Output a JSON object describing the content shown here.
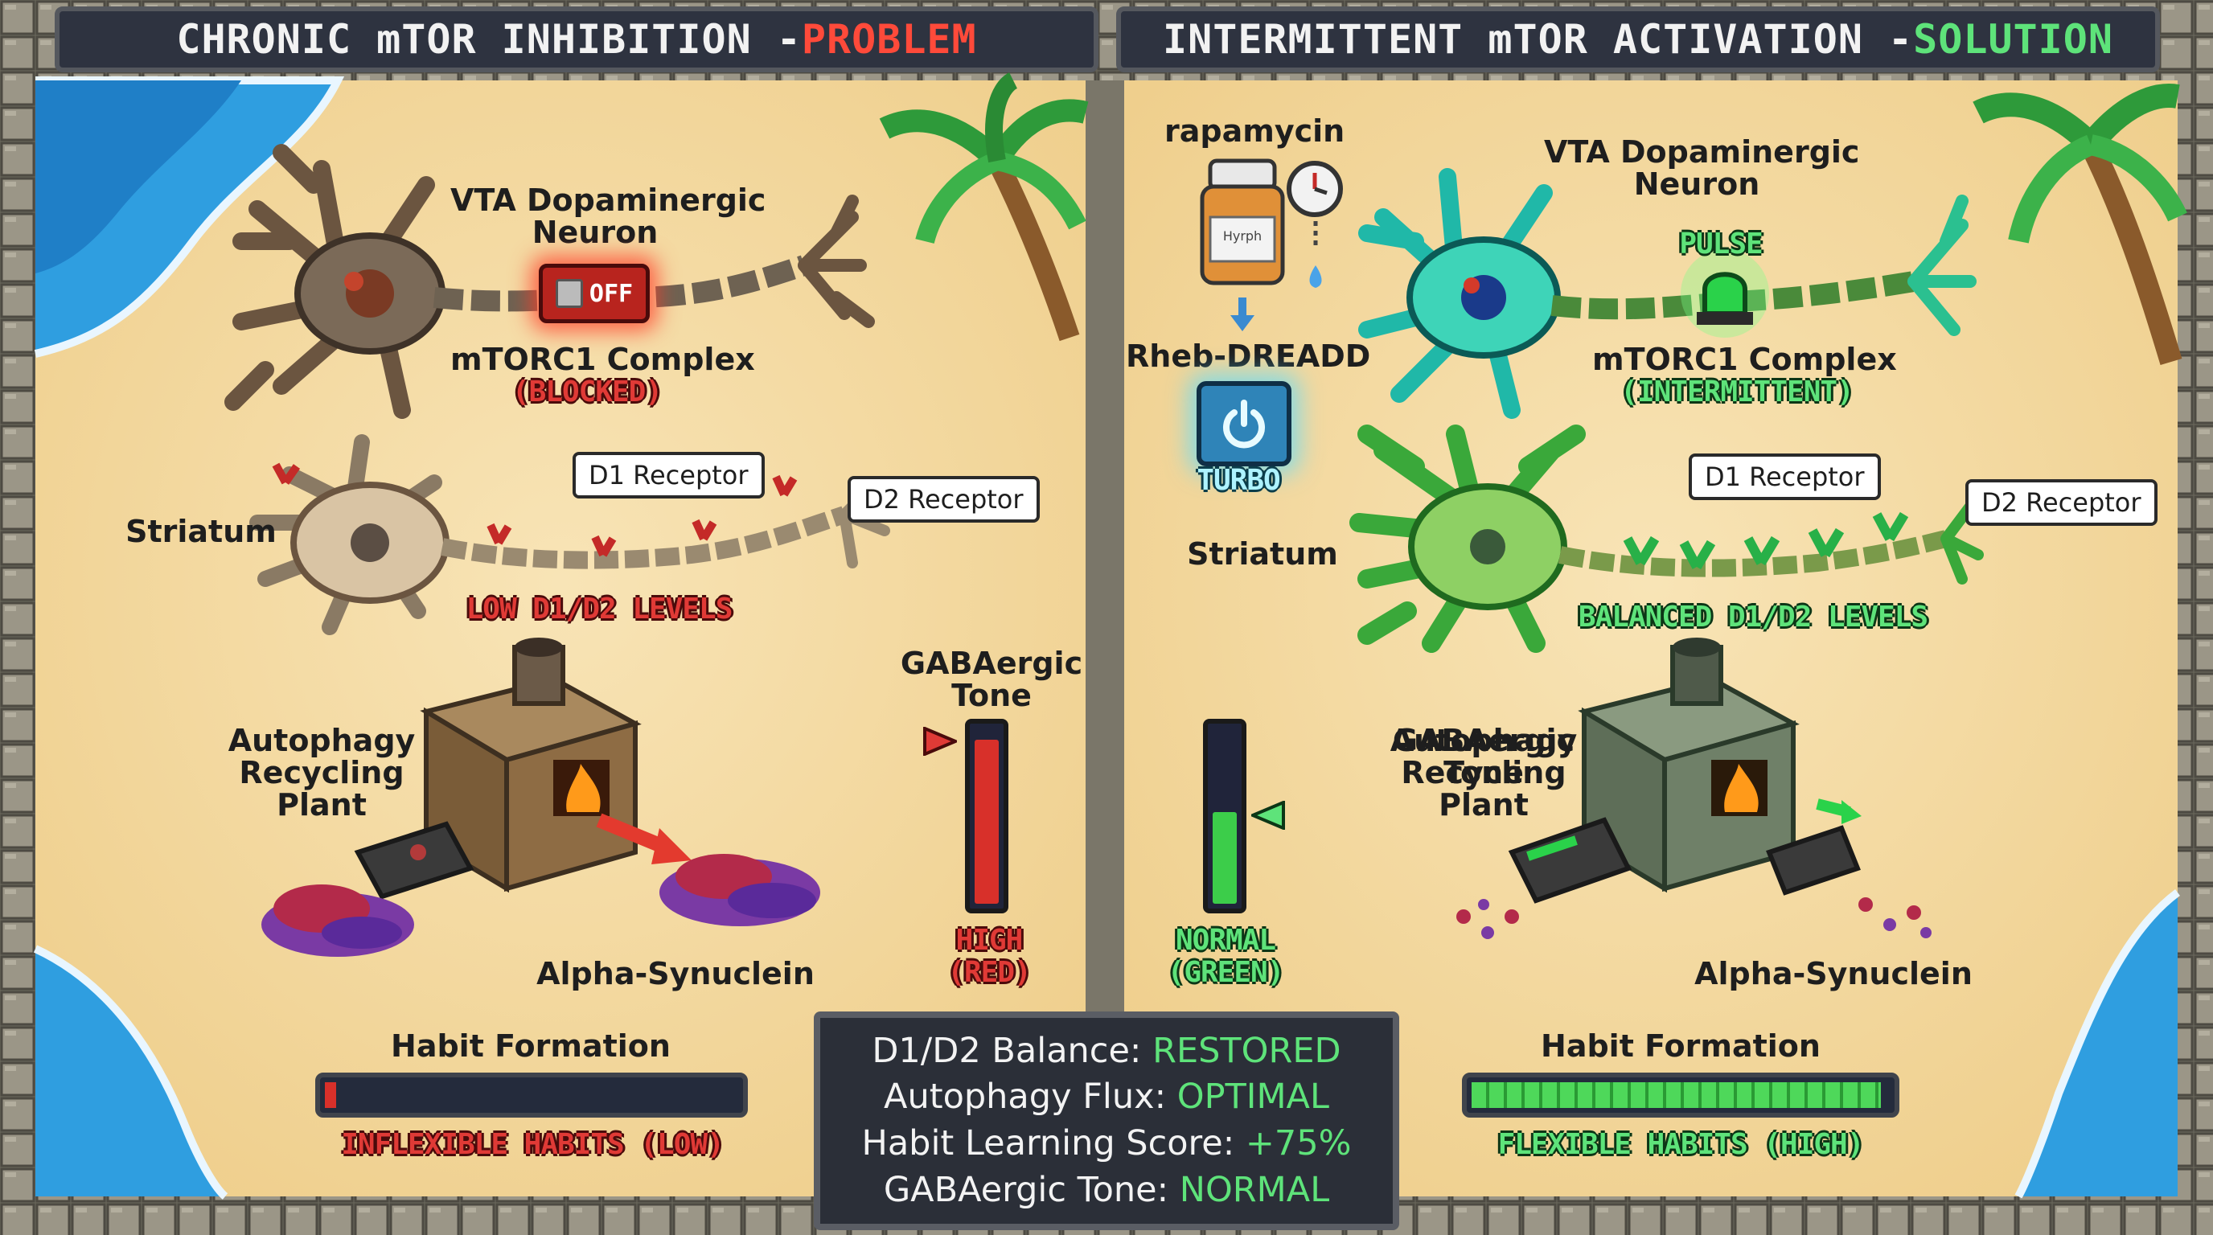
{
  "left_panel": {
    "header_prefix": "CHRONIC mTOR INHIBITION - ",
    "header_highlight": "PROBLEM",
    "vta_label": "VTA Dopaminergic\nNeuron",
    "switch_label": "OFF",
    "complex_label": "mTORC1 Complex",
    "complex_status": "(BLOCKED)",
    "striatum_label": "Striatum",
    "d1_tag": "D1 Receptor",
    "d2_tag": "D2 Receptor",
    "receptor_status": "LOW D1/D2 LEVELS",
    "autophagy_label": "Autophagy\nRecycling\nPlant",
    "synuclein_label": "Alpha-Synuclein",
    "gaba_label": "GABAergic\nTone",
    "gaba_status": "HIGH\n(RED)",
    "gaba_level": 0.94,
    "habit_label": "Habit Formation",
    "habit_status": "INFLEXIBLE HABITS (LOW)",
    "habit_level": 0.03
  },
  "right_panel": {
    "header_prefix": "INTERMITTENT mTOR ACTIVATION - ",
    "header_highlight": "SOLUTION",
    "drug_label": "rapamycin",
    "bottle_label": "Hyrph",
    "rheb_label": "Rheb-DREADD",
    "turbo_label": "TURBO",
    "vta_label": "VTA Dopaminergic\nNeuron",
    "pulse_label": "PULSE",
    "complex_label": "mTORC1 Complex",
    "complex_status": "(INTERMITTENT)",
    "striatum_label": "Striatum",
    "d1_tag": "D1 Receptor",
    "d2_tag": "D2 Receptor",
    "receptor_status": "BALANCED D1/D2 LEVELS",
    "autophagy_label": "Autophagy\nRecycling\nPlant",
    "synuclein_label": "Alpha-Synuclein",
    "gaba_label": "GABAergic\nTone",
    "gaba_status": "NORMAL\n(GREEN)",
    "gaba_level": 0.55,
    "habit_label": "Habit Formation",
    "habit_status": "FLEXIBLE HABITS (HIGH)",
    "habit_level": 0.98
  },
  "summary": {
    "rows": [
      {
        "key": "D1/D2 Balance: ",
        "value": "RESTORED"
      },
      {
        "key": "Autophagy Flux: ",
        "value": "OPTIMAL"
      },
      {
        "key": "Habit Learning Score: ",
        "value": "+75%"
      },
      {
        "key": "GABAergic Tone: ",
        "value": "NORMAL"
      }
    ]
  },
  "colors": {
    "problem_red": "#e03a36",
    "solution_green": "#5ee37a",
    "sand": "#f6dfae",
    "water": "#2f9ee0",
    "frame": "#6f6c60"
  }
}
